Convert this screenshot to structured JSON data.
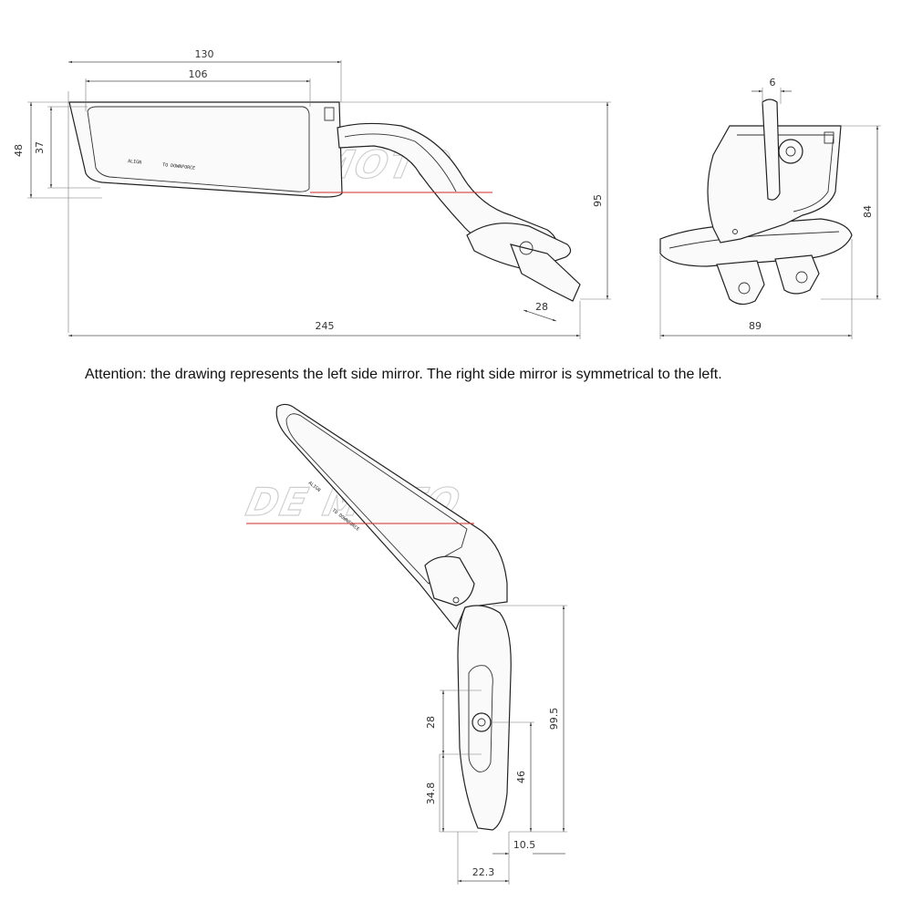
{
  "note": "Attention: the drawing represents the left side mirror. The right side mirror is symmetrical to the left.",
  "watermark": "DE MOTO",
  "mirror_marking": {
    "align": "ALIGN",
    "to_downforce": "TO DOWNFORCE"
  },
  "dimensions": {
    "side_view": {
      "overall_width": "130",
      "glass_width": "106",
      "overall_height": "48",
      "glass_height": "37",
      "total_height": "95",
      "mount_slot": "28",
      "total_length": "245"
    },
    "front_view": {
      "glass_thickness": "6",
      "height": "84",
      "width": "89"
    },
    "mount_view": {
      "slot_length": "28",
      "bolt_to_top": "99.5",
      "bolt_to_bottom": "34.8",
      "lower_height": "46",
      "offset_small": "10.5",
      "offset_width": "22.3"
    }
  },
  "colors": {
    "line": "#222222",
    "dimension": "#555555",
    "accent_red": "#d32b2b",
    "watermark": "#cfcfcf"
  }
}
